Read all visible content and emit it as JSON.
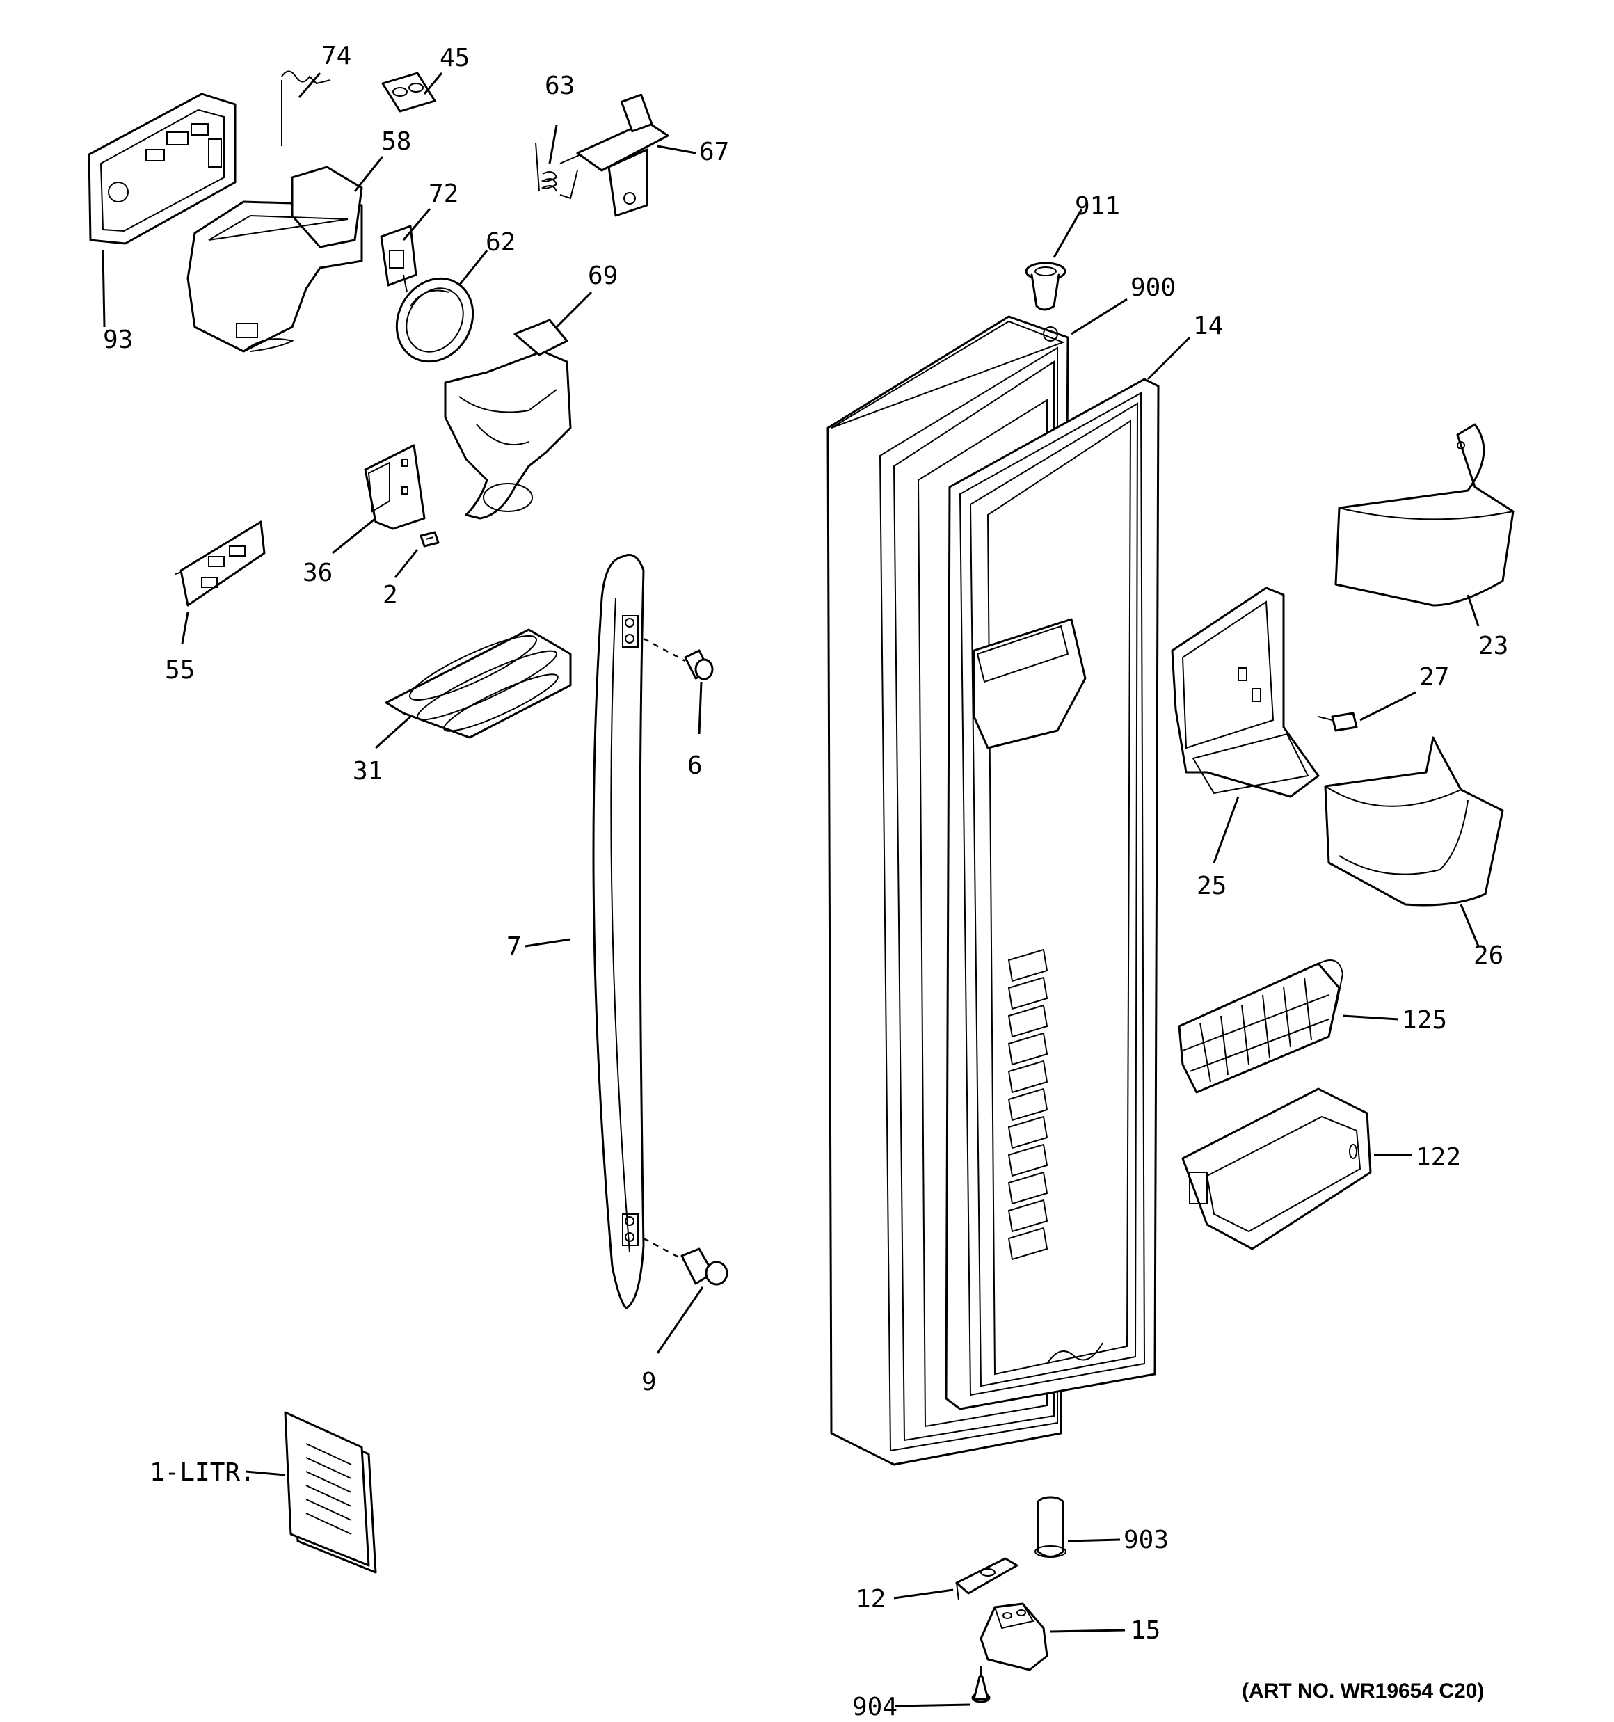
{
  "diagram": {
    "art_number": "(ART NO. WR19654 C20)",
    "callouts": {
      "c74": "74",
      "c45": "45",
      "c63": "63",
      "c67": "67",
      "c58": "58",
      "c72": "72",
      "c62": "62",
      "c69": "69",
      "c93": "93",
      "c36": "36",
      "c2": "2",
      "c55": "55",
      "c31": "31",
      "c6": "6",
      "c7": "7",
      "c9": "9",
      "c1litr": "1-LITR.",
      "c911": "911",
      "c900": "900",
      "c14": "14",
      "c23": "23",
      "c27": "27",
      "c25": "25",
      "c26": "26",
      "c125": "125",
      "c122": "122",
      "c903": "903",
      "c12": "12",
      "c15": "15",
      "c904": "904"
    }
  }
}
